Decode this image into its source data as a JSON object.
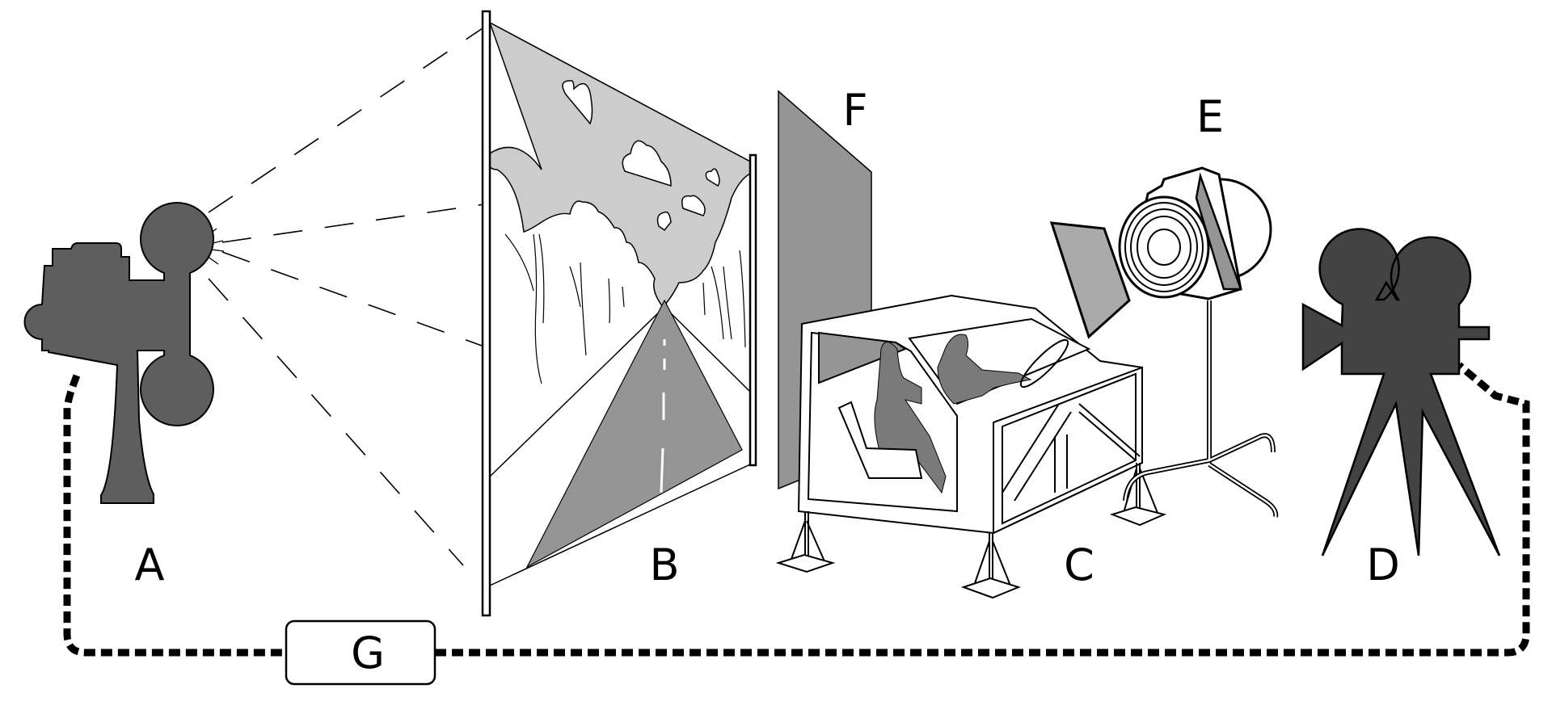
{
  "labels": {
    "projector": "A",
    "screen": "B",
    "car_mockup": "C",
    "camera": "D",
    "lamp": "E",
    "flag": "F",
    "sync_unit": "G"
  },
  "colors": {
    "projector_fill": "#5e5e5e",
    "camera_fill": "#434343",
    "sky_fill": "#cccccc",
    "road_fill": "#959595",
    "flag_fill": "#959595",
    "reflector_fill": "#aaaaaa",
    "person_fill": "#7a7a7a"
  }
}
